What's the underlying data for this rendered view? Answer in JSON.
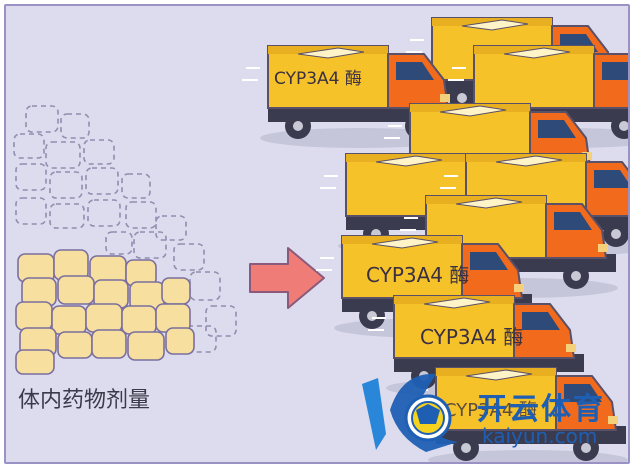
{
  "caption": "体内药物剂量",
  "truck_label": "CYP3A4 酶",
  "watermark": {
    "text_cn": "开云体育",
    "url": "kaiyun.com"
  },
  "colors": {
    "background": "#dcdcee",
    "border": "#9a92c4",
    "cargo": "#f6c22a",
    "cab": "#f26b1d",
    "window": "#2d4a78",
    "pill": "#f7dfa0",
    "arrow": "#f07c78",
    "watermark": "#1f5fb3"
  },
  "icons": [
    "dashed-pill-pile-icon",
    "right-arrow-icon",
    "truck-icon",
    "watermark-logo-icon"
  ]
}
